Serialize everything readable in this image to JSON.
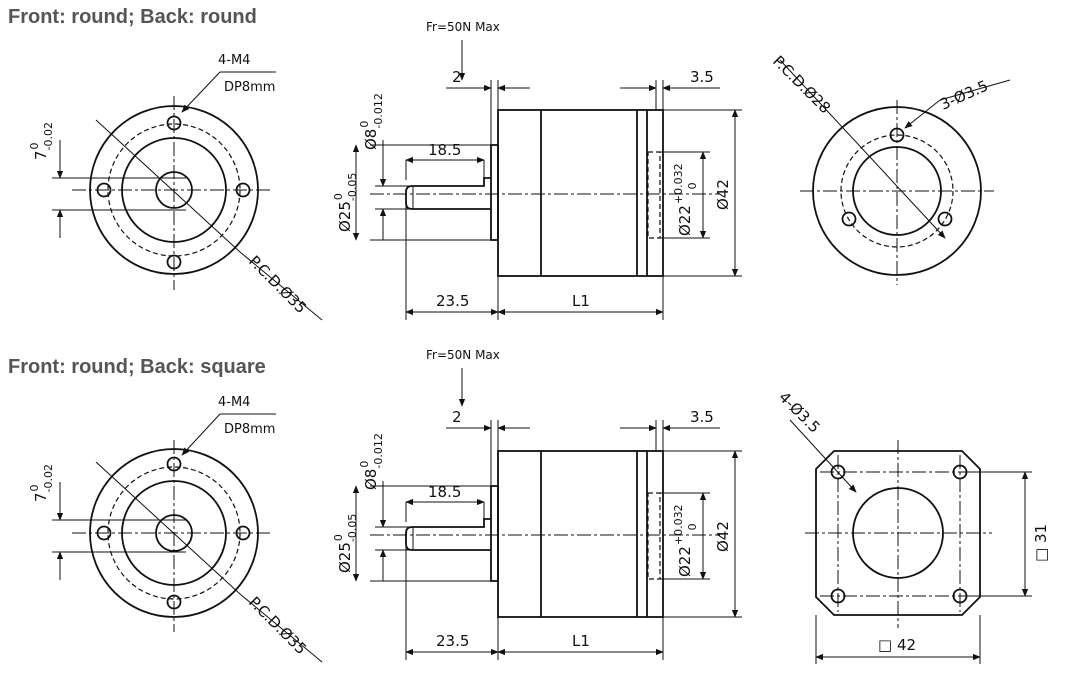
{
  "headings": {
    "top": "Front: round; Back: round",
    "bottom": "Front: round; Back: square"
  },
  "front_view": {
    "thread": "4-M4",
    "depth": "DP8mm",
    "key_dim": "7",
    "key_tol_upper": "0",
    "key_tol_lower": "-0.02",
    "pcd": "P.C.D.Ø35"
  },
  "side_view": {
    "force": "Fr=50N Max",
    "flange_thickness": "2",
    "rear_cap": "3.5",
    "shaft_key_length": "18.5",
    "shaft_dia": "Ø8",
    "shaft_tol_upper": "0",
    "shaft_tol_lower": "-0.012",
    "pilot_dia": "Ø25",
    "pilot_tol_upper": "0",
    "pilot_tol_lower": "-0.05",
    "rear_pilot_dia": "Ø22",
    "rear_pilot_tol_upper": "+0.032",
    "rear_pilot_tol_lower": "0",
    "body_dia": "Ø42",
    "shaft_length": "23.5",
    "body_length": "L1"
  },
  "back_round": {
    "pcd": "P.C.D.Ø28",
    "holes": "3-Ø3.5"
  },
  "back_square": {
    "holes": "4-Ø3.5",
    "hole_spacing": "□ 31",
    "size": "□ 42"
  }
}
